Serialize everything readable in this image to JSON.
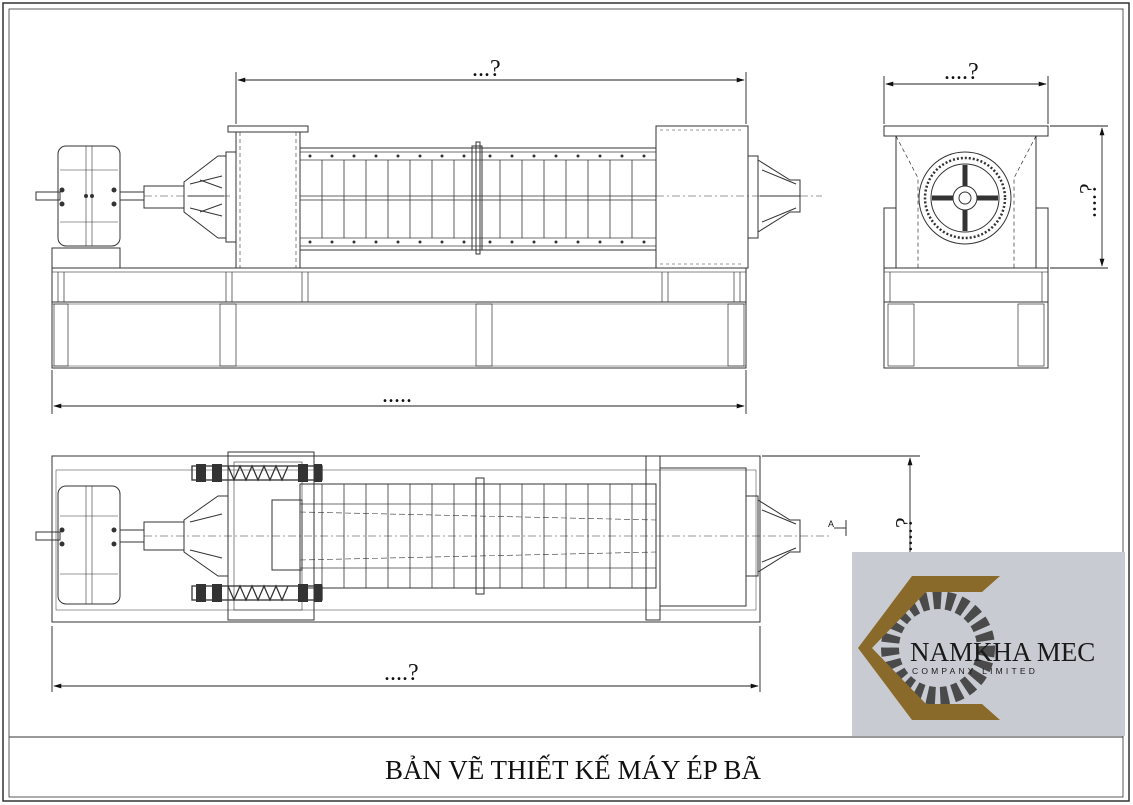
{
  "title": "BẢN VẼ THIẾT KẾ MÁY ÉP BÃ",
  "dimensions": {
    "top_length": "...?",
    "side_width": "....?",
    "side_height": "....?",
    "base_length": ".....",
    "plan_width": "....?",
    "plan_length": "....?",
    "section_marker": "A"
  },
  "logo": {
    "name": "NAMKHA MEC",
    "subtitle": "COMPANY LIMITED",
    "colors": {
      "bronze": "#8a6a2a",
      "gear": "#4a4a4a",
      "panel": "#c9cbd2"
    }
  }
}
